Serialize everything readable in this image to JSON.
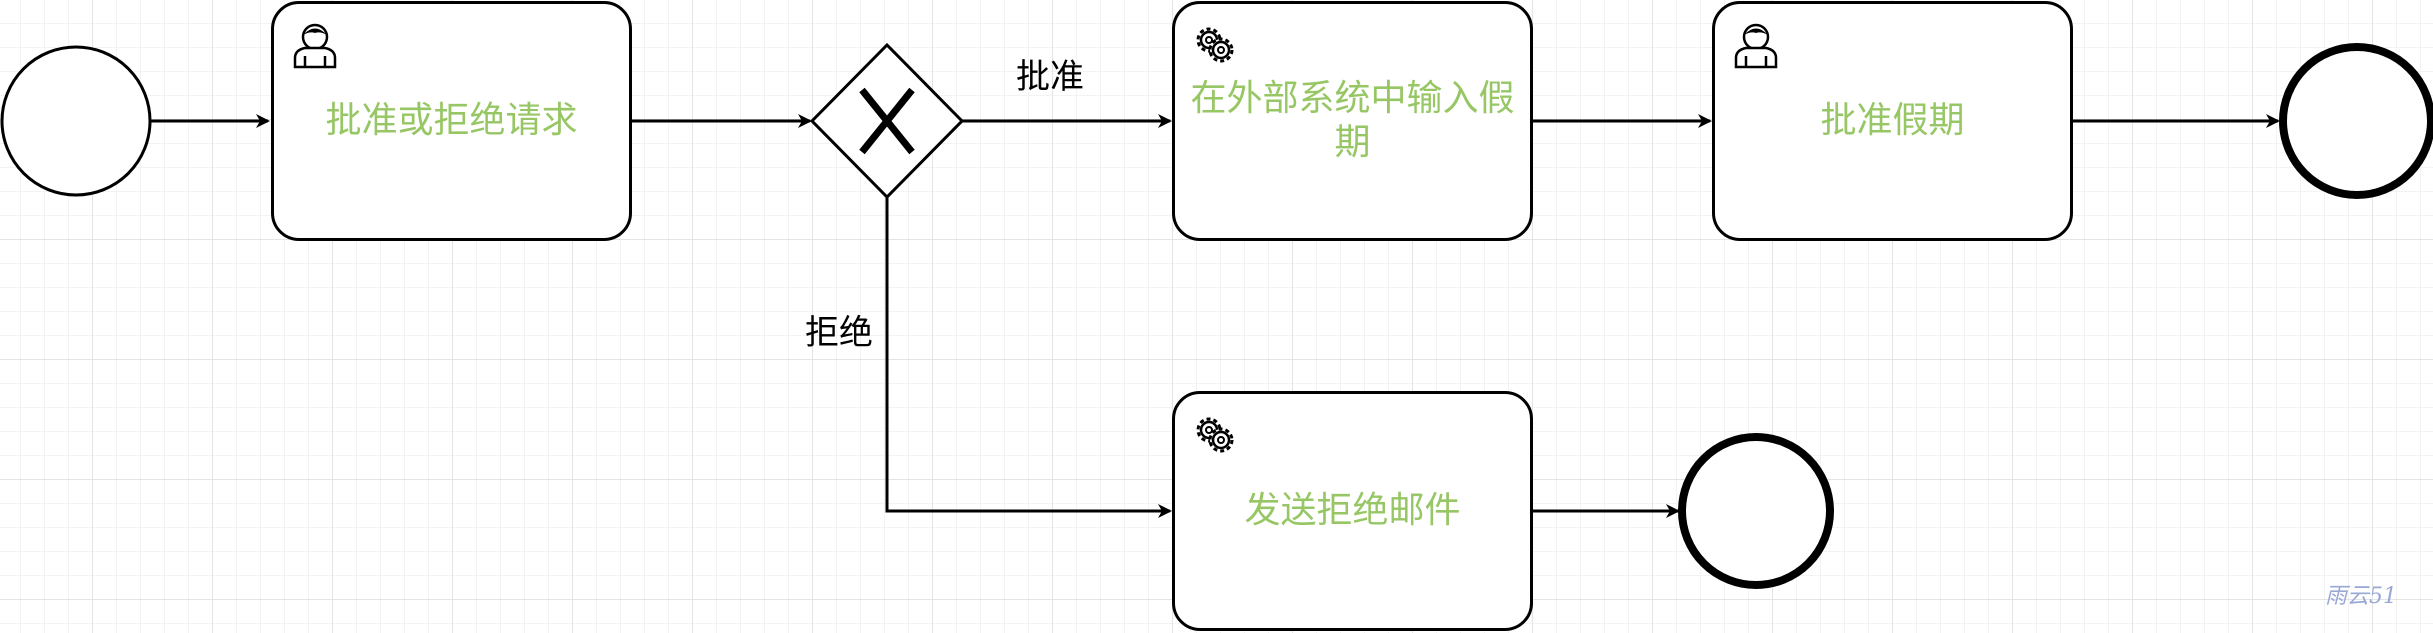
{
  "diagram": {
    "tasks": {
      "approve_or_reject": {
        "label": "批准或拒绝请求",
        "icon": "user-icon"
      },
      "enter_external": {
        "label": "在外部系统中输入假期",
        "icon": "gear-icon"
      },
      "approve_holiday": {
        "label": "批准假期",
        "icon": "user-icon"
      },
      "send_rejection": {
        "label": "发送拒绝邮件",
        "icon": "gear-icon"
      }
    },
    "gateway": {
      "type": "exclusive",
      "icon": "x-icon"
    },
    "edge_labels": {
      "approve": "批准",
      "reject": "拒绝"
    },
    "colors": {
      "task_text": "#97c664",
      "stroke": "#000000",
      "grid": "#e4e4e4",
      "watermark": "#9aa8d6"
    }
  },
  "watermark": {
    "text": "雨云51"
  }
}
